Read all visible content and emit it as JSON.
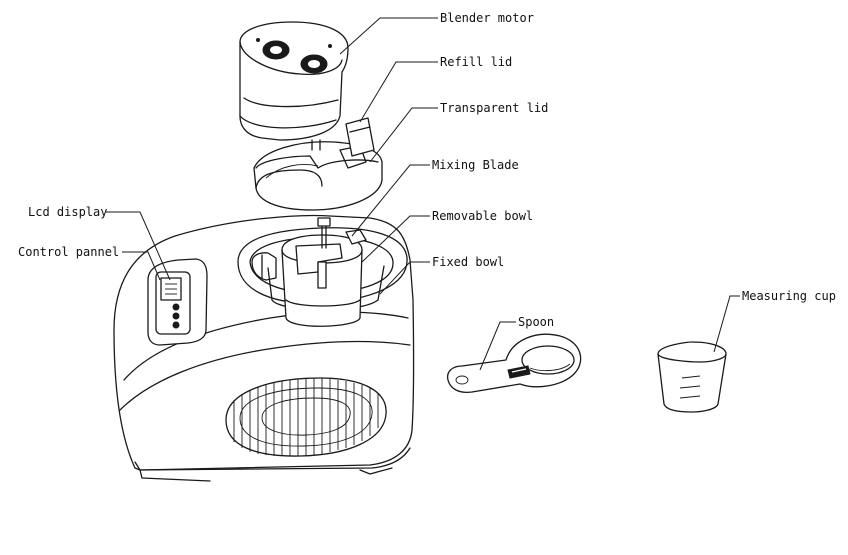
{
  "labels": {
    "blender_motor": "Blender motor",
    "refill_lid": "Refill lid",
    "transparent_lid": "Transparent lid",
    "mixing_blade": "Mixing Blade",
    "removable_bowl": "Removable bowl",
    "fixed_bowl": "Fixed bowl",
    "lcd_display": "Lcd display",
    "control_pannel": "Control pannel",
    "spoon": "Spoon",
    "measuring_cup": "Measuring cup"
  },
  "colors": {
    "line": "#1a1a1a",
    "background": "#ffffff"
  }
}
